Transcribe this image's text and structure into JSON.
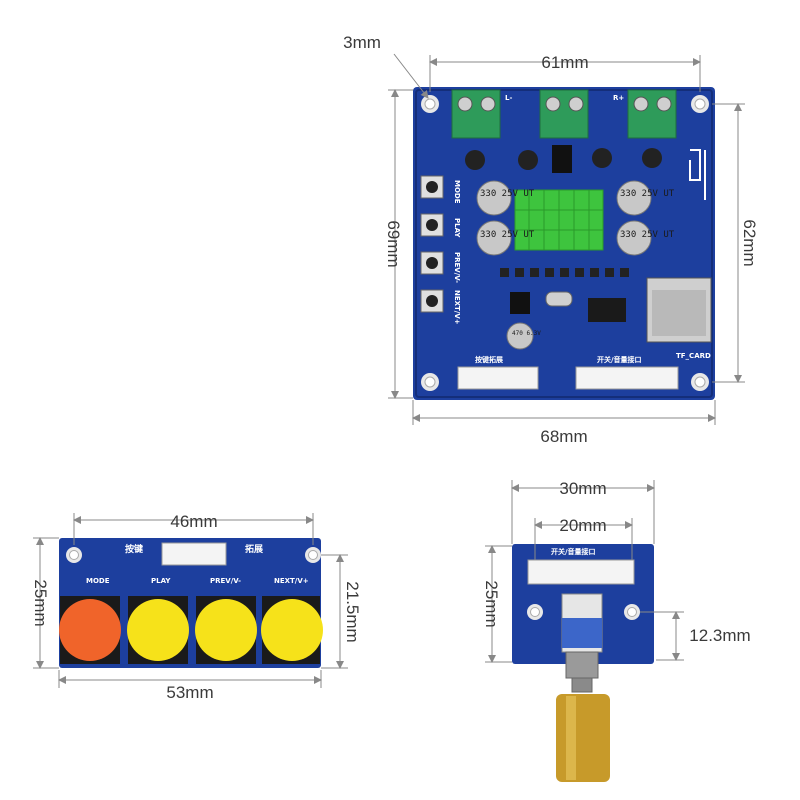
{
  "colors": {
    "pcb": "#1d3f9e",
    "pcb_edge": "#142e7a",
    "silk": "#ffffff",
    "terminal": "#2e9b5a",
    "heatsink": "#3ec43e",
    "button_red": "#f0642a",
    "button_yellow": "#f6e21a",
    "brass": "#c79a2a"
  },
  "main_board": {
    "dimensions": {
      "hole_offset": "3mm",
      "width": "61mm",
      "height_left": "69mm",
      "height_right": "62mm",
      "width_full": "68mm"
    },
    "labels": {
      "mode": "MODE",
      "play": "PLAY",
      "prev": "PREV/V-",
      "next": "NEXT/V+",
      "key_ext": "按键拓展",
      "switch_vol": "开关/音量接口",
      "tf_card": "TF_CARD",
      "left_channel": "L-",
      "right_channel": "R+"
    },
    "capacitors": [
      "330 25V UT",
      "330 25V UT",
      "330 25V UT",
      "330 25V UT"
    ],
    "small_cap": "470 6.3V"
  },
  "button_board": {
    "dimensions": {
      "width_top": "46mm",
      "height_left": "25mm",
      "height_right": "21.5mm",
      "width_bottom": "53mm"
    },
    "labels": {
      "key": "按键",
      "ext": "拓展",
      "mode": "MODE",
      "play": "PLAY",
      "prev": "PREV/V-",
      "next": "NEXT/V+"
    }
  },
  "volume_board": {
    "dimensions": {
      "width_outer": "30mm",
      "width_inner": "20mm",
      "height": "25mm",
      "knob_offset": "12.3mm"
    },
    "labels": {
      "connector": "开关/音量接口"
    }
  }
}
